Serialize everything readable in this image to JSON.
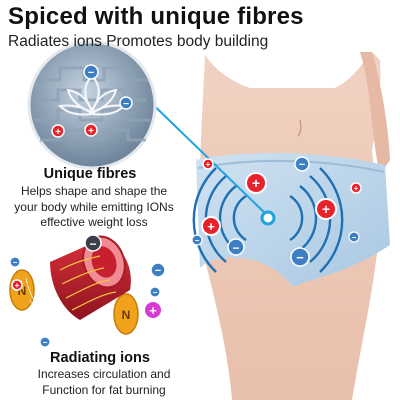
{
  "headline": "Spiced with unique fibres",
  "subline": "Radiates ions Promotes body building",
  "features": [
    {
      "title": "Unique fibres",
      "description": "Helps shape and shape the\nyour body while emitting IONs\neffective weight loss"
    },
    {
      "title": "Radiating ions",
      "description": "Increases circulation and\nFunction for fat burning"
    }
  ],
  "diagram": {
    "magnet_left_label": "N",
    "magnet_right_label": "N",
    "plus_sign": "+",
    "minus_sign": "−"
  },
  "colors": {
    "positive_ion": "#e8222a",
    "negative_ion": "#3e7fc4",
    "accent_line": "#1fa3e0",
    "magnet": "#f0a21a",
    "fabric": "#bcd6ea"
  }
}
